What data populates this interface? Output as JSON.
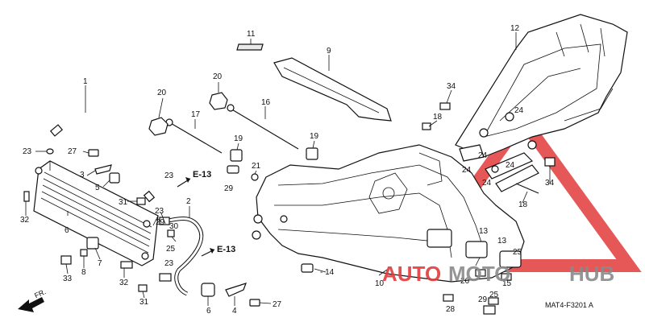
{
  "labels": [
    {
      "id": "c1",
      "text": "1"
    },
    {
      "id": "c2",
      "text": "2"
    },
    {
      "id": "c3",
      "text": "3"
    },
    {
      "id": "c4",
      "text": "4"
    },
    {
      "id": "c5",
      "text": "5"
    },
    {
      "id": "c6a",
      "text": "6"
    },
    {
      "id": "c6b",
      "text": "6"
    },
    {
      "id": "c7",
      "text": "7"
    },
    {
      "id": "c8",
      "text": "8"
    },
    {
      "id": "c9",
      "text": "9"
    },
    {
      "id": "c10",
      "text": "10"
    },
    {
      "id": "c11",
      "text": "11"
    },
    {
      "id": "c12",
      "text": "12"
    },
    {
      "id": "c13a",
      "text": "13"
    },
    {
      "id": "c13b",
      "text": "13"
    },
    {
      "id": "c14",
      "text": "- 14"
    },
    {
      "id": "c15",
      "text": "15"
    },
    {
      "id": "c16",
      "text": "16"
    },
    {
      "id": "c17",
      "text": "17"
    },
    {
      "id": "c18a",
      "text": "18"
    },
    {
      "id": "c18b",
      "text": "18"
    },
    {
      "id": "c19a",
      "text": "19"
    },
    {
      "id": "c19b",
      "text": "19"
    },
    {
      "id": "c20a",
      "text": "20"
    },
    {
      "id": "c20b",
      "text": "20"
    },
    {
      "id": "c21",
      "text": "21"
    },
    {
      "id": "c23a",
      "text": "23"
    },
    {
      "id": "c23b",
      "text": "23"
    },
    {
      "id": "c23c",
      "text": "23"
    },
    {
      "id": "c23d",
      "text": "23"
    },
    {
      "id": "c24a",
      "text": "24"
    },
    {
      "id": "c24b",
      "text": "24"
    },
    {
      "id": "c24c",
      "text": "24"
    },
    {
      "id": "c24d",
      "text": "24"
    },
    {
      "id": "c24e",
      "text": "24"
    },
    {
      "id": "c25a",
      "text": "25"
    },
    {
      "id": "c25b",
      "text": "25"
    },
    {
      "id": "c26",
      "text": "26"
    },
    {
      "id": "c27a",
      "text": "27"
    },
    {
      "id": "c27b",
      "text": "27"
    },
    {
      "id": "c28",
      "text": "28"
    },
    {
      "id": "c29a",
      "text": "29"
    },
    {
      "id": "c29b",
      "text": "29"
    },
    {
      "id": "c30",
      "text": "30"
    },
    {
      "id": "c31a",
      "text": "31"
    },
    {
      "id": "c31b",
      "text": "31"
    },
    {
      "id": "c32a",
      "text": "32"
    },
    {
      "id": "c32b",
      "text": "32"
    },
    {
      "id": "c33",
      "text": "33"
    },
    {
      "id": "c34a",
      "text": "34"
    },
    {
      "id": "c34b",
      "text": "34"
    }
  ],
  "refs": [
    {
      "id": "e13a",
      "text": "E-13"
    },
    {
      "id": "e13b",
      "text": "E-13"
    }
  ],
  "front_label": "FR.",
  "diagram_code": "MAT4-F3201 A",
  "watermark": {
    "prefix": "AUTO",
    "middle": "MOTO",
    "suffix": "HUB",
    "accent_color": "#e23b3b",
    "text_color": "#8a8a8a"
  }
}
